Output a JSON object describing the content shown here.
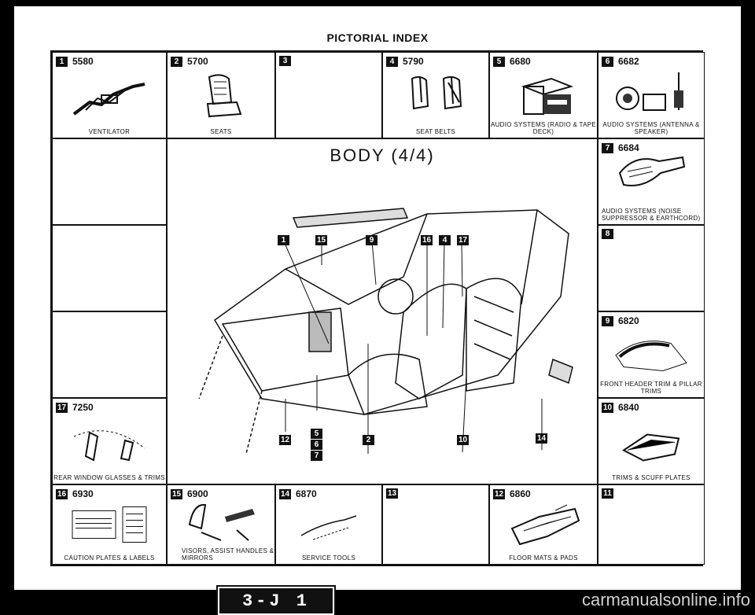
{
  "header": {
    "title": "PICTORIAL INDEX"
  },
  "center": {
    "title": "BODY (4/4)"
  },
  "cells": {
    "c1": {
      "badge": "1",
      "code": "5580",
      "caption": "VENTILATOR"
    },
    "c2": {
      "badge": "2",
      "code": "5700",
      "caption": "SEATS"
    },
    "c3": {
      "badge": "3",
      "code": "",
      "caption": ""
    },
    "c4": {
      "badge": "4",
      "code": "5790",
      "caption": "SEAT BELTS"
    },
    "c5": {
      "badge": "5",
      "code": "6680",
      "caption": "AUDIO SYSTEMS (RADIO & TAPE DECK)"
    },
    "c6": {
      "badge": "6",
      "code": "6682",
      "caption": "AUDIO SYSTEMS (ANTENNA & SPEAKER)"
    },
    "c7": {
      "badge": "7",
      "code": "6684",
      "caption": "AUDIO SYSTEMS (NOISE SUPPRESSOR & EARTHCORD)"
    },
    "c8": {
      "badge": "8",
      "code": "",
      "caption": ""
    },
    "c9": {
      "badge": "9",
      "code": "6820",
      "caption": "FRONT HEADER TRIM & PILLAR TRIMS"
    },
    "c10": {
      "badge": "10",
      "code": "6840",
      "caption": "TRIMS & SCUFF PLATES"
    },
    "c11": {
      "badge": "11",
      "code": "",
      "caption": ""
    },
    "c12": {
      "badge": "12",
      "code": "6860",
      "caption": "FLOOR MATS & PADS"
    },
    "c13": {
      "badge": "13",
      "code": "",
      "caption": ""
    },
    "c14": {
      "badge": "14",
      "code": "6870",
      "caption": "SERVICE TOOLS"
    },
    "c15": {
      "badge": "15",
      "code": "6900",
      "caption": "VISORS, ASSIST HANDLES & MIRRORS"
    },
    "c16": {
      "badge": "16",
      "code": "6930",
      "caption": "CAUTION PLATES & LABELS"
    },
    "c17": {
      "badge": "17",
      "code": "7250",
      "caption": "REAR WINDOW GLASSES & TRIMS"
    }
  },
  "callouts": {
    "top": [
      "1",
      "15",
      "9",
      "16",
      "4",
      "17"
    ],
    "bottom": [
      "12",
      "5",
      "6",
      "7",
      "2",
      "10",
      "14"
    ]
  },
  "footer": {
    "tab_label": "3-J 1",
    "watermark": "carmanualsonline.info"
  }
}
